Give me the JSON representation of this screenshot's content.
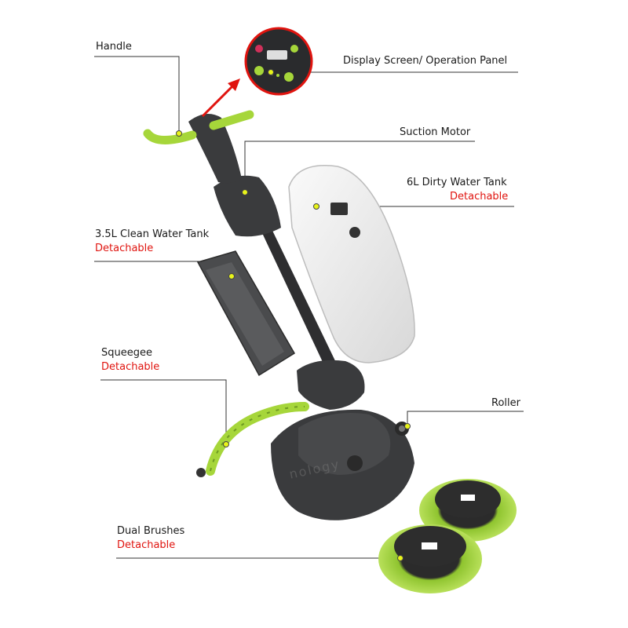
{
  "colors": {
    "accent_green": "#a6d63a",
    "body_dark": "#3a3b3d",
    "detachable_red": "#e0140f",
    "leader_line": "#333333"
  },
  "labels": {
    "handle": "Handle",
    "display": "Display Screen/ Operation Panel",
    "suction_motor": "Suction Motor",
    "dirty_tank": "6L Dirty Water Tank",
    "clean_tank": "3.5L Clean Water Tank",
    "squeegee": "Squeegee",
    "roller": "Roller",
    "brushes": "Dual Brushes",
    "detachable": "Detachable"
  },
  "watermark": "nology"
}
